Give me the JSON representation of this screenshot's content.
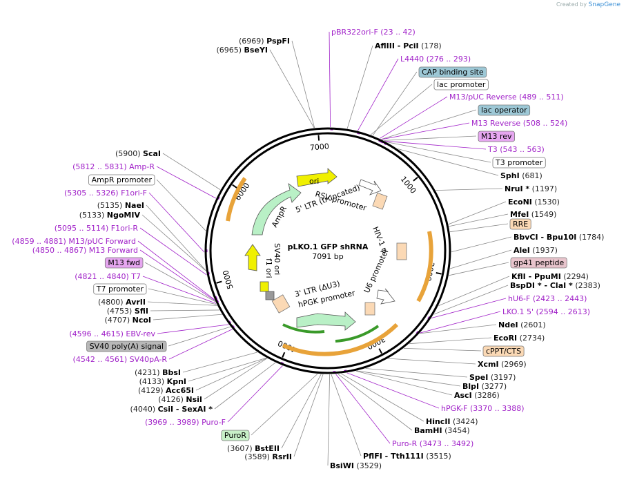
{
  "watermark": {
    "prefix": "Created by",
    "brand": "SnapGene"
  },
  "plasmid": {
    "name": "pLKO.1 GFP shRNA",
    "length": "7091 bp"
  },
  "ticks": [
    "1000",
    "2000",
    "3000",
    "4000",
    "5000",
    "6000",
    "7000"
  ],
  "features": [
    "ori",
    "AmpR",
    "f1 ori",
    "SV40 ori",
    "RSV promoter",
    "5' LTR (truncated)",
    "HIV-1 ψ",
    "U6 promoter",
    "3' LTR (ΔU3)",
    "hPGK promoter"
  ],
  "labels": [
    {
      "pos": "(6969)",
      "name": "PspFI",
      "kind": "enzyme"
    },
    {
      "pos": "(6965)",
      "name": "BseYI",
      "kind": "enzyme"
    },
    {
      "name": "pBR322ori-F",
      "pos": "(23 .. 42)",
      "kind": "primer"
    },
    {
      "name": "AflIII",
      "sep": "-",
      "name2": "PciI",
      "pos": "(178)",
      "kind": "enzyme"
    },
    {
      "name": "L4440",
      "pos": "(276 .. 293)",
      "kind": "primer"
    },
    {
      "name": "CAP binding site",
      "kind": "box",
      "color": "#9dc8d6"
    },
    {
      "name": "lac promoter",
      "kind": "box",
      "color": "#ffffff"
    },
    {
      "name": "M13/pUC Reverse",
      "pos": "(489 .. 511)",
      "kind": "primer"
    },
    {
      "name": "lac operator",
      "kind": "box",
      "color": "#9dc8d6"
    },
    {
      "name": "M13 Reverse",
      "pos": "(508 .. 524)",
      "kind": "primer"
    },
    {
      "name": "M13 rev",
      "kind": "box",
      "color": "#e6a6f0"
    },
    {
      "name": "T3",
      "pos": "(543 .. 563)",
      "kind": "primer"
    },
    {
      "name": "T3 promoter",
      "kind": "box",
      "color": "#ffffff"
    },
    {
      "name": "SphI",
      "pos": "(681)",
      "kind": "enzyme"
    },
    {
      "name": "NruI *",
      "pos": "(1197)",
      "kind": "enzyme"
    },
    {
      "name": "EcoNI",
      "pos": "(1530)",
      "kind": "enzyme"
    },
    {
      "name": "MfeI",
      "pos": "(1549)",
      "kind": "enzyme"
    },
    {
      "name": "RRE",
      "kind": "box",
      "color": "#fbd9b5"
    },
    {
      "name": "BbvCI",
      "sep": "-",
      "name2": "Bpu10I",
      "pos": "(1784)",
      "kind": "enzyme"
    },
    {
      "name": "AleI",
      "pos": "(1937)",
      "kind": "enzyme"
    },
    {
      "name": "gp41 peptide",
      "kind": "box",
      "color": "#e8c4cc"
    },
    {
      "name": "KflI",
      "sep": "-",
      "name2": "PpuMI",
      "pos": "(2294)",
      "kind": "enzyme"
    },
    {
      "name": "BspDI *",
      "sep": "-",
      "name2": "ClaI *",
      "pos": "(2383)",
      "kind": "enzyme"
    },
    {
      "name": "hU6-F",
      "pos": "(2423 .. 2443)",
      "kind": "primer"
    },
    {
      "name": "LKO.1 5'",
      "pos": "(2594 .. 2613)",
      "kind": "primer"
    },
    {
      "name": "NdeI",
      "pos": "(2601)",
      "kind": "enzyme"
    },
    {
      "name": "EcoRI",
      "pos": "(2734)",
      "kind": "enzyme"
    },
    {
      "name": "cPPT/CTS",
      "kind": "box",
      "color": "#fbd9b5"
    },
    {
      "name": "XcmI",
      "pos": "(2969)",
      "kind": "enzyme"
    },
    {
      "name": "SpeI",
      "pos": "(3197)",
      "kind": "enzyme"
    },
    {
      "name": "BlpI",
      "pos": "(3277)",
      "kind": "enzyme"
    },
    {
      "name": "AscI",
      "pos": "(3286)",
      "kind": "enzyme"
    },
    {
      "name": "hPGK-F",
      "pos": "(3370 .. 3388)",
      "kind": "primer"
    },
    {
      "name": "HincII",
      "pos": "(3424)",
      "kind": "enzyme"
    },
    {
      "name": "BamHI",
      "pos": "(3454)",
      "kind": "enzyme"
    },
    {
      "name": "Puro-R",
      "pos": "(3473 .. 3492)",
      "kind": "primer"
    },
    {
      "name": "PflFI",
      "sep": "-",
      "name2": "Tth111I",
      "pos": "(3515)",
      "kind": "enzyme"
    },
    {
      "name": "BsiWI",
      "pos": "(3529)",
      "kind": "enzyme"
    },
    {
      "pos": "(3589)",
      "name": "RsrII",
      "kind": "enzyme"
    },
    {
      "pos": "(3607)",
      "name": "BstEII",
      "kind": "enzyme"
    },
    {
      "name": "PuroR",
      "kind": "box",
      "color": "#c8f0c8"
    },
    {
      "pos": "(3969 .. 3989)",
      "name": "Puro-F",
      "kind": "primer"
    },
    {
      "pos": "(4040)",
      "name": "CsiI",
      "sep": "-",
      "name2": "SexAI *",
      "kind": "enzyme"
    },
    {
      "pos": "(4126)",
      "name": "NsiI",
      "kind": "enzyme"
    },
    {
      "pos": "(4129)",
      "name": "Acc65I",
      "kind": "enzyme"
    },
    {
      "pos": "(4133)",
      "name": "KpnI",
      "kind": "enzyme"
    },
    {
      "pos": "(4231)",
      "name": "BbsI",
      "kind": "enzyme"
    },
    {
      "pos": "(4542 .. 4561)",
      "name": "SV40pA-R",
      "kind": "primer"
    },
    {
      "name": "SV40 poly(A) signal",
      "kind": "box",
      "color": "#b8b8b8"
    },
    {
      "pos": "(4596 .. 4615)",
      "name": "EBV-rev",
      "kind": "primer"
    },
    {
      "pos": "(4707)",
      "name": "NcoI",
      "kind": "enzyme"
    },
    {
      "pos": "(4753)",
      "name": "SfiI",
      "kind": "enzyme"
    },
    {
      "pos": "(4800)",
      "name": "AvrII",
      "kind": "enzyme"
    },
    {
      "name": "T7 promoter",
      "kind": "box",
      "color": "#ffffff"
    },
    {
      "pos": "(4821 .. 4840)",
      "name": "T7",
      "kind": "primer"
    },
    {
      "name": "M13 fwd",
      "kind": "box",
      "color": "#e6a6f0"
    },
    {
      "pos": "(4850 .. 4867)",
      "name": "M13 Forward",
      "kind": "primer"
    },
    {
      "pos": "(4859 .. 4881)",
      "name": "M13/pUC Forward",
      "kind": "primer"
    },
    {
      "pos": "(5095 .. 5114)",
      "name": "F1ori-R",
      "kind": "primer"
    },
    {
      "pos": "(5133)",
      "name": "NgoMIV",
      "kind": "enzyme"
    },
    {
      "pos": "(5135)",
      "name": "NaeI",
      "kind": "enzyme"
    },
    {
      "pos": "(5305 .. 5326)",
      "name": "F1ori-F",
      "kind": "primer"
    },
    {
      "name": "AmpR promoter",
      "kind": "box",
      "color": "#ffffff"
    },
    {
      "pos": "(5812 .. 5831)",
      "name": "Amp-R",
      "kind": "primer"
    },
    {
      "pos": "(5900)",
      "name": "ScaI",
      "kind": "enzyme"
    }
  ]
}
